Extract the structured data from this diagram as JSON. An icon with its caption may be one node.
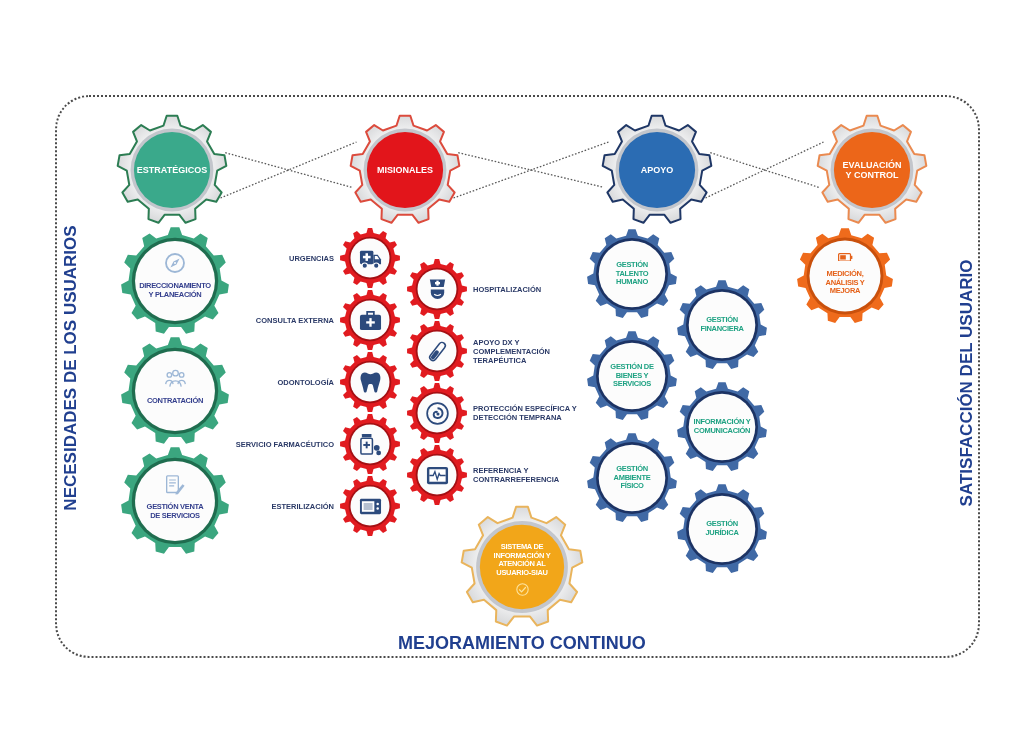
{
  "diagram": {
    "nodes": [
      {
        "text": [
          "NECESIDADES DE LOS USUARIOS",
          "SATISFACCIÓN DEL USUARIO",
          "MEJORAMIENTO CONTINUO"
        ]
      },
      {
        "text": [
          "ESTRATÉGICOS"
        ],
        "in": 0
      },
      {
        "text": [
          "MISIONALES"
        ],
        "in": 0
      },
      {
        "text": [
          "APOYO"
        ],
        "in": 0
      },
      {
        "text": [
          "EVALUACIÓN Y CONTROL"
        ],
        "in": 0
      },
      {
        "text": [
          "DIRECCIONAMIENTO Y PLANEACIÓN"
        ],
        "in": 0
      },
      {
        "text": [
          "CONTRATACIÓN"
        ],
        "in": 0
      },
      {
        "text": [
          "GESTIÓN VENTA DE SERVICIOS"
        ],
        "in": 0
      },
      {
        "text": [
          "URGENCIAS"
        ],
        "in": 0
      },
      {
        "text": [
          "HOSPITALIZACIÓN"
        ],
        "in": 0
      },
      {
        "text": [
          "CONSULTA EXTERNA"
        ],
        "in": 0
      },
      {
        "text": [
          "APOYO DX Y COMPLEMENTACIÓN TERAPÉUTICA"
        ],
        "in": 0
      },
      {
        "text": [
          "ODONTOLOGÍA"
        ],
        "in": 0
      },
      {
        "text": [
          "PROTECCIÓN ESPECÍFICA Y DETECCIÓN TEMPRANA"
        ],
        "in": 0
      },
      {
        "text": [
          "SERVICIO FARMACÉUTICO"
        ],
        "in": 0
      },
      {
        "text": [
          "REFERENCIA Y CONTRARREFERENCIA"
        ],
        "in": 0
      },
      {
        "text": [
          "ESTERILIZACIÓN"
        ],
        "in": 0
      },
      {
        "text": [
          "GESTIÓN TALENTO HUMANO"
        ],
        "in": 0
      },
      {
        "text": [
          "GESTIÓN FINANCIERA"
        ],
        "in": 0
      },
      {
        "text": [
          "GESTIÓN DE BIENES Y SERVICIOS"
        ],
        "in": 0
      },
      {
        "text": [
          "INFORMACIÓN Y COMUNICACIÓN"
        ],
        "in": 0
      },
      {
        "text": [
          "GESTIÓN AMBIENTE FÍSICO"
        ],
        "in": 0
      },
      {
        "text": [
          "GESTIÓN JURÍDICA"
        ],
        "in": 0
      },
      {
        "text": [
          "MEDICIÓN, ANÁLISIS Y MEJORA"
        ],
        "in": 0
      },
      {
        "text": [
          "SISTEMA DE INFORMACIÓN Y ATENCIÓN AL USUARIO-SIAU"
        ],
        "in": 0
      }
    ],
    "edges": [
      {
        "from": 1,
        "to": 2,
        "arrow": "none",
        "style": "dashed"
      },
      {
        "from": 1,
        "to": 2,
        "arrow": "none",
        "style": "dashed"
      },
      {
        "from": 2,
        "to": 3,
        "arrow": "none",
        "style": "dashed"
      },
      {
        "from": 2,
        "to": 3,
        "arrow": "none",
        "style": "dashed"
      },
      {
        "from": 3,
        "to": 4,
        "arrow": "none",
        "style": "dashed"
      },
      {
        "from": 3,
        "to": 4,
        "arrow": "none",
        "style": "dashed"
      }
    ]
  }
}
